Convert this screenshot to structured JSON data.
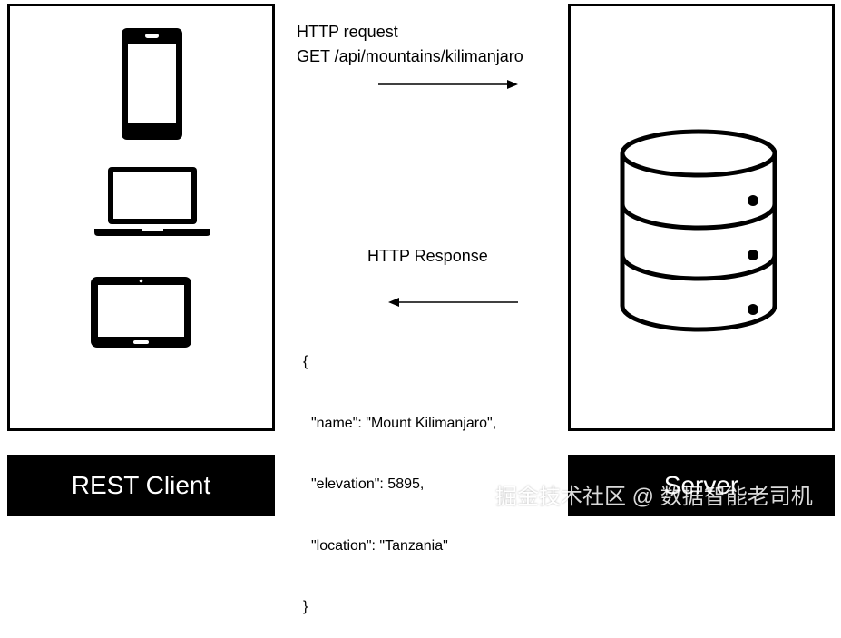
{
  "client": {
    "label": "REST Client",
    "devices": [
      "smartphone-icon",
      "laptop-icon",
      "tablet-icon"
    ]
  },
  "server": {
    "label": "Server",
    "icon": "database-icon"
  },
  "request": {
    "title": "HTTP request",
    "line": "GET /api/mountains/kilimanjaro"
  },
  "response": {
    "title": "HTTP Response",
    "json": {
      "open": "{",
      "name_line": "\"name\": \"Mount Kilimanjaro\",",
      "elevation_line": "\"elevation\": 5895,",
      "location_line": "\"location\": \"Tanzania\"",
      "close": "}"
    }
  },
  "watermark": "掘金技术社区 @ 数据智能老司机",
  "colors": {
    "stroke": "#000000",
    "background": "#ffffff",
    "label_bar": "#000000",
    "label_text": "#ffffff"
  }
}
